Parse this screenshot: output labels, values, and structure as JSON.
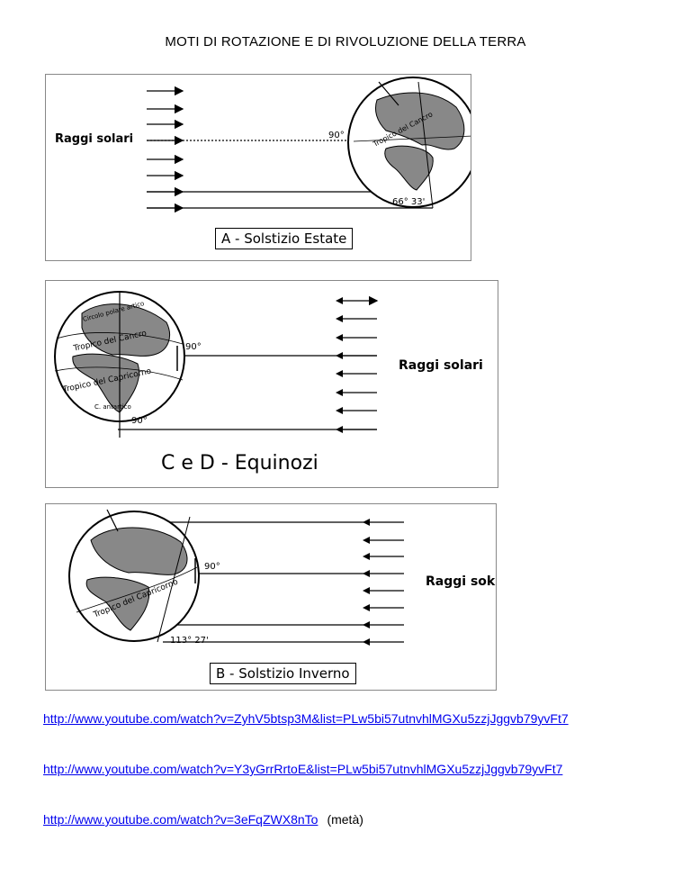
{
  "page": {
    "title": "MOTI DI ROTAZIONE E DI RIVOLUZIONE DELLA TERRA"
  },
  "panel_a": {
    "rays_label": "Raggi solari",
    "angle_90": "90°",
    "angle_lat": "66° 33'",
    "tropic_label": "Tropico del Cancro",
    "caption": "A - Solstizio Estate"
  },
  "panel_cd": {
    "rays_label": "Raggi solari",
    "angle_90_top": "90°",
    "angle_90_bottom": "90°",
    "polar_label": "Circolo polare artico",
    "tropic_cancer": "Tropico del Cancro",
    "tropic_capricorn": "Tropico del Capricorno",
    "polar_south_label": "C. antartico",
    "caption": "C e D - Equinozi"
  },
  "panel_b": {
    "rays_label": "Raggi sok",
    "angle_90": "90°",
    "angle_lat": "113° 27'",
    "tropic_label": "Tropico del Capricorno",
    "caption": "B - Solstizio Inverno"
  },
  "links": [
    {
      "url": "http://www.youtube.com/watch?v=ZyhV5btsp3M&list=PLw5bi57utnvhlMGXu5zzjJggvb79yvFt7",
      "note": ""
    },
    {
      "url": "http://www.youtube.com/watch?v=Y3yGrrRrtoE&list=PLw5bi57utnvhlMGXu5zzjJggvb79yvFt7",
      "note": ""
    },
    {
      "url": "http://www.youtube.com/watch?v=3eFqZWX8nTo",
      "note": "(metà)"
    }
  ]
}
